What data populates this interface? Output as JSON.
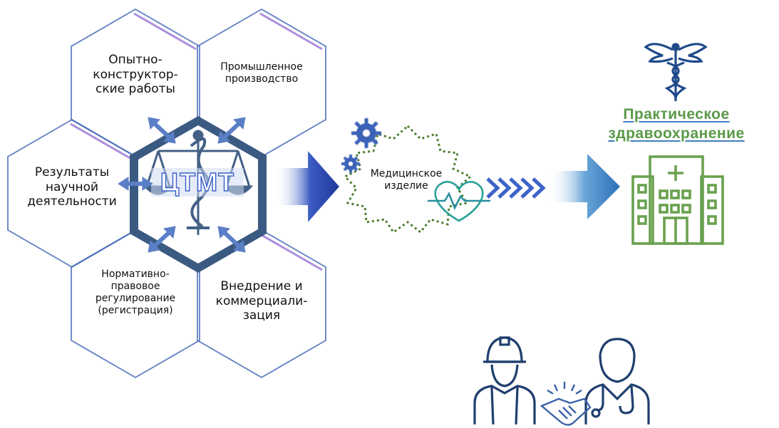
{
  "center": {
    "label": "ЦТМТ"
  },
  "hexagons": {
    "experimental_design": "Опытно-\nконструктор-\nские работы",
    "industrial_production": "Промышленное\nпроизводство",
    "research_results": "Результаты\nнаучной\nдеятельности",
    "regulation": "Нормативно-\nправовое\nрегулирование\n(регистрация)",
    "commercialization": "Внедрение и\nкоммерциали-\nзация"
  },
  "medical_device": {
    "label": "Медицинское\nизделие"
  },
  "healthcare": {
    "title": "Практическое\nздравоохранение"
  },
  "icons": [
    "caduceus-icon",
    "scales-icon",
    "gear-icon",
    "heart-pulse-icon",
    "hospital-icon",
    "engineer-icon",
    "doctor-icon",
    "handshake-icon"
  ],
  "colors": {
    "hex_outline": "#4468b8",
    "hex_glow": "#8a5fd0",
    "center_dark": "#1f3f63",
    "arrow": "#1f3fae",
    "green": "#5a9a48",
    "device_dots": "#4d7d30"
  }
}
